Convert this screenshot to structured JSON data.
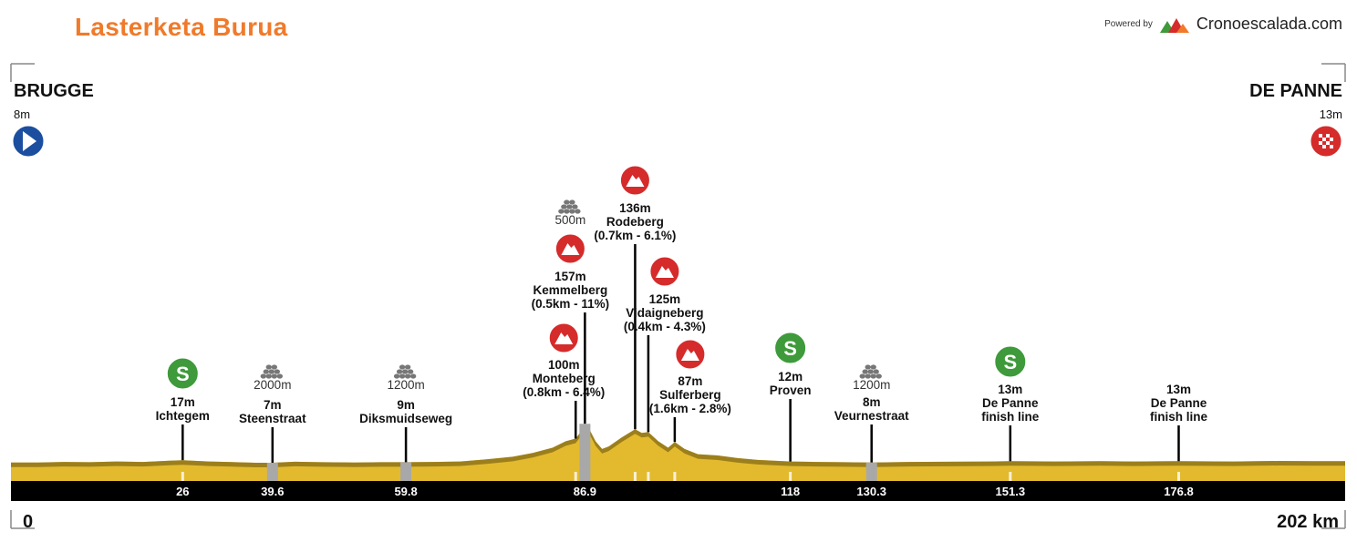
{
  "title": "Lasterketa Burua",
  "powered_by": "Powered by",
  "brand": "Cronoescalada.com",
  "colors": {
    "title": "#f07a2b",
    "profile_fill": "#e3ba2e",
    "profile_dark": "#8f7419",
    "climb_red": "#d52b2b",
    "sprint_green": "#3e9a3a",
    "start_blue": "#1c4ea0",
    "cobble_gray": "#a8a8a8"
  },
  "chart_data": {
    "type": "area",
    "xlabel": "",
    "ylabel": "",
    "xlim": [
      0,
      202
    ],
    "ylim": [
      0,
      1500
    ],
    "grid": false,
    "start": {
      "name": "BRUGGE",
      "altitude": "8m",
      "km_label": "0"
    },
    "finish": {
      "name": "DE PANNE",
      "altitude": "13m",
      "km_label": "202 km"
    },
    "elevation": [
      [
        0,
        8
      ],
      [
        4,
        8
      ],
      [
        8,
        10
      ],
      [
        12,
        9
      ],
      [
        16,
        12
      ],
      [
        20,
        10
      ],
      [
        24,
        15
      ],
      [
        26,
        17
      ],
      [
        30,
        12
      ],
      [
        34,
        9
      ],
      [
        37,
        7
      ],
      [
        39.6,
        7
      ],
      [
        43,
        11
      ],
      [
        47,
        9
      ],
      [
        52,
        8
      ],
      [
        56,
        9
      ],
      [
        59.8,
        9
      ],
      [
        64,
        10
      ],
      [
        68,
        12
      ],
      [
        72,
        20
      ],
      [
        76,
        30
      ],
      [
        79,
        45
      ],
      [
        82,
        65
      ],
      [
        84,
        90
      ],
      [
        85.5,
        100
      ],
      [
        86.4,
        130
      ],
      [
        86.9,
        157
      ],
      [
        87.6,
        135
      ],
      [
        88.5,
        90
      ],
      [
        89.5,
        60
      ],
      [
        90.5,
        70
      ],
      [
        92.5,
        105
      ],
      [
        94.5,
        136
      ],
      [
        95.5,
        122
      ],
      [
        96.5,
        125
      ],
      [
        98,
        90
      ],
      [
        99.5,
        65
      ],
      [
        100.5,
        87
      ],
      [
        102,
        60
      ],
      [
        104,
        40
      ],
      [
        107,
        35
      ],
      [
        110,
        25
      ],
      [
        113,
        18
      ],
      [
        118,
        12
      ],
      [
        122,
        10
      ],
      [
        126,
        9
      ],
      [
        130.3,
        8
      ],
      [
        136,
        10
      ],
      [
        142,
        11
      ],
      [
        148,
        12
      ],
      [
        151.3,
        13
      ],
      [
        158,
        12
      ],
      [
        165,
        13
      ],
      [
        170,
        12
      ],
      [
        176.8,
        13
      ],
      [
        185,
        12
      ],
      [
        192,
        14
      ],
      [
        197,
        13
      ],
      [
        202,
        13
      ]
    ],
    "km_ticks": [
      26,
      39.6,
      59.8,
      86.9,
      118,
      130.3,
      151.3,
      176.8
    ],
    "markers": [
      {
        "km": 26,
        "type": "sprint",
        "lines": [
          "17m",
          "Ichtegem"
        ]
      },
      {
        "km": 39.6,
        "type": "cobble",
        "surface": "2000m",
        "lines": [
          "7m",
          "Steenstraat"
        ]
      },
      {
        "km": 59.8,
        "type": "cobble",
        "surface": "1200m",
        "lines": [
          "9m",
          "Diksmuidseweg"
        ]
      },
      {
        "km": 85.5,
        "type": "climb",
        "lines": [
          "100m",
          "Monteberg",
          "(0.8km - 6.4%)"
        ]
      },
      {
        "km": 86.9,
        "type": "climb",
        "surface": "500m",
        "lines": [
          "157m",
          "Kemmelberg",
          "(0.5km - 11%)"
        ]
      },
      {
        "km": 94.5,
        "type": "climb",
        "lines": [
          "136m",
          "Rodeberg",
          "(0.7km - 6.1%)"
        ]
      },
      {
        "km": 96.5,
        "type": "climb",
        "lines": [
          "125m",
          "Vidaigneberg",
          "(0.4km - 4.3%)"
        ]
      },
      {
        "km": 100.5,
        "type": "climb",
        "lines": [
          "87m",
          "Sulferberg",
          "(1.6km - 2.8%)"
        ]
      },
      {
        "km": 118,
        "type": "sprint",
        "lines": [
          "12m",
          "Proven"
        ]
      },
      {
        "km": 130.3,
        "type": "cobble",
        "surface": "1200m",
        "lines": [
          "8m",
          "Veurnestraat"
        ]
      },
      {
        "km": 151.3,
        "type": "sprint",
        "lines": [
          "13m",
          "De Panne",
          "finish line"
        ]
      },
      {
        "km": 176.8,
        "type": "none",
        "lines": [
          "13m",
          "De Panne",
          "finish line"
        ]
      }
    ]
  }
}
